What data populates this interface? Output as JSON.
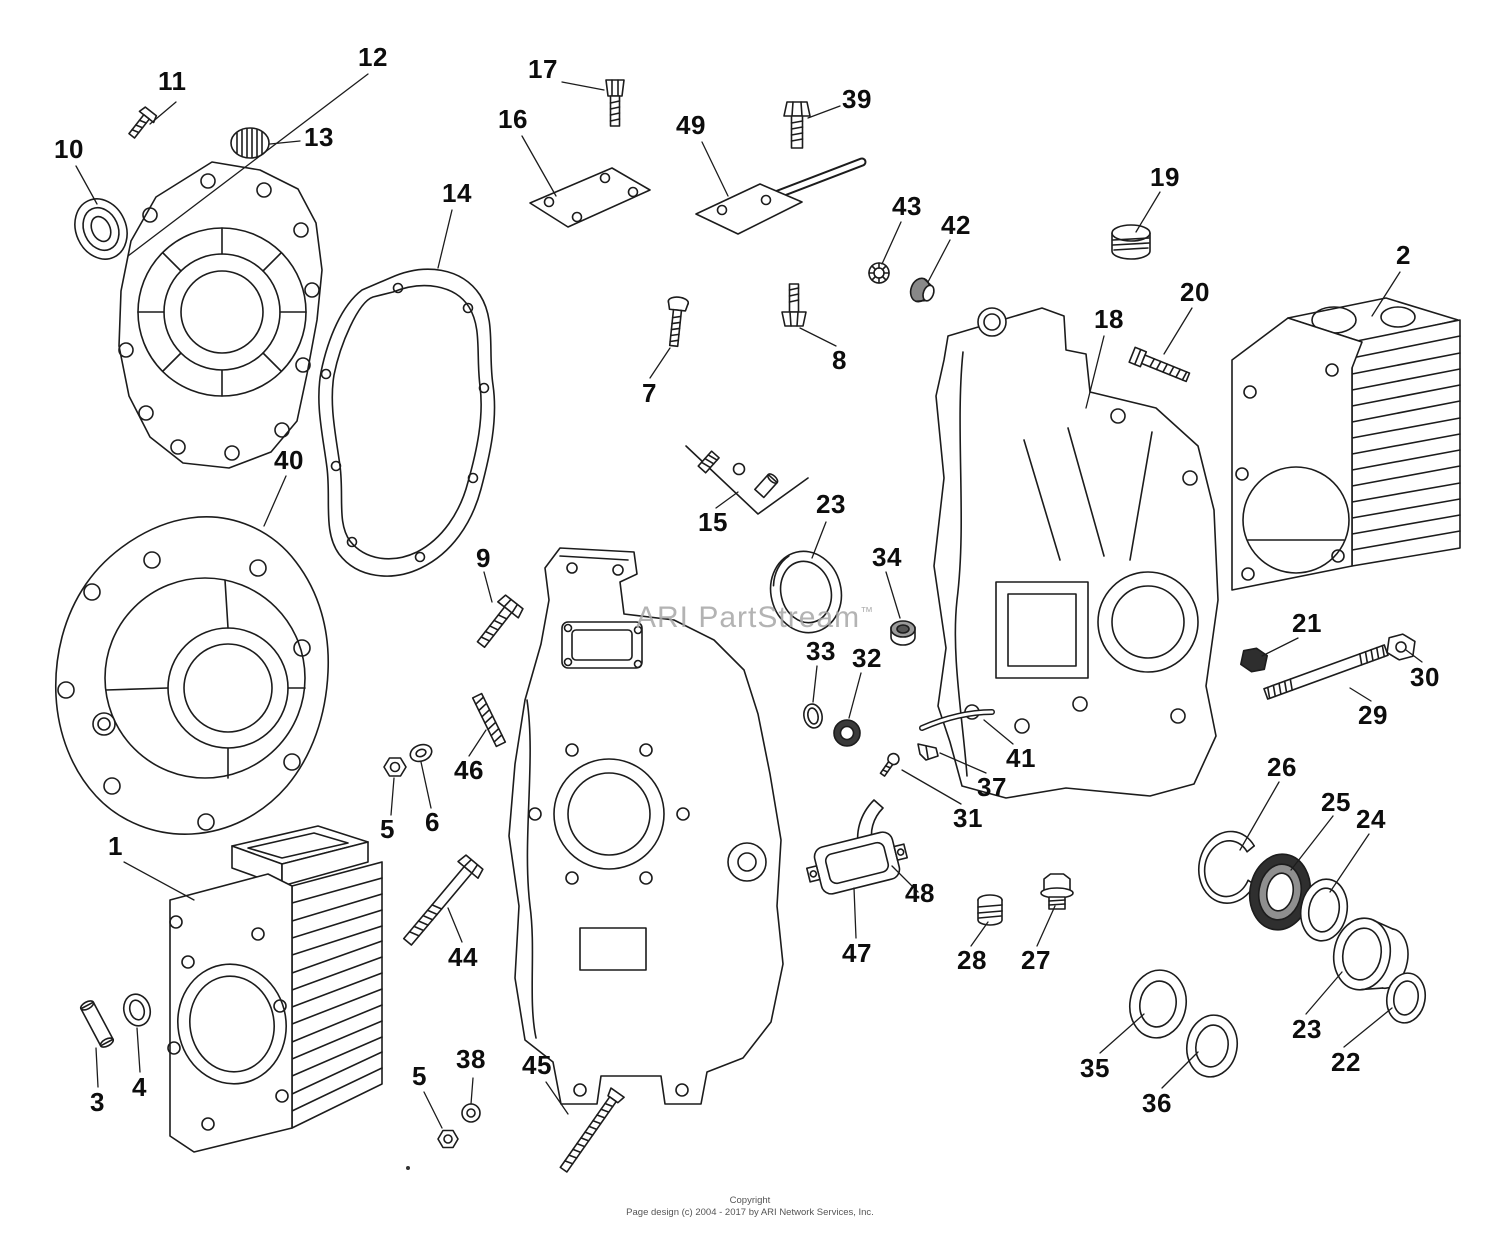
{
  "page": {
    "background_color": "#ffffff",
    "line_color": "#1c1c1c",
    "watermark_color": "#a6a6a6"
  },
  "watermark": {
    "text": "ARI PartStream",
    "tm": "™"
  },
  "footer": {
    "line1": "Copyright",
    "line2": "Page design (c) 2004 - 2017 by ARI Network Services, Inc."
  },
  "callouts": {
    "c1": "1",
    "c2": "2",
    "c3": "3",
    "c4": "4",
    "c5a": "5",
    "c5b": "5",
    "c6": "6",
    "c7": "7",
    "c8": "8",
    "c9": "9",
    "c10": "10",
    "c11": "11",
    "c12": "12",
    "c13": "13",
    "c14": "14",
    "c15": "15",
    "c16": "16",
    "c17": "17",
    "c18": "18",
    "c19": "19",
    "c20": "20",
    "c21": "21",
    "c22": "22",
    "c23a": "23",
    "c23b": "23",
    "c24": "24",
    "c25": "25",
    "c26": "26",
    "c27": "27",
    "c28": "28",
    "c29": "29",
    "c30": "30",
    "c31": "31",
    "c32": "32",
    "c33": "33",
    "c34": "34",
    "c35": "35",
    "c36": "36",
    "c37": "37",
    "c38": "38",
    "c39": "39",
    "c40": "40",
    "c41": "41",
    "c42": "42",
    "c43": "43",
    "c44": "44",
    "c45": "45",
    "c46": "46",
    "c47": "47",
    "c48": "48",
    "c49": "49"
  }
}
